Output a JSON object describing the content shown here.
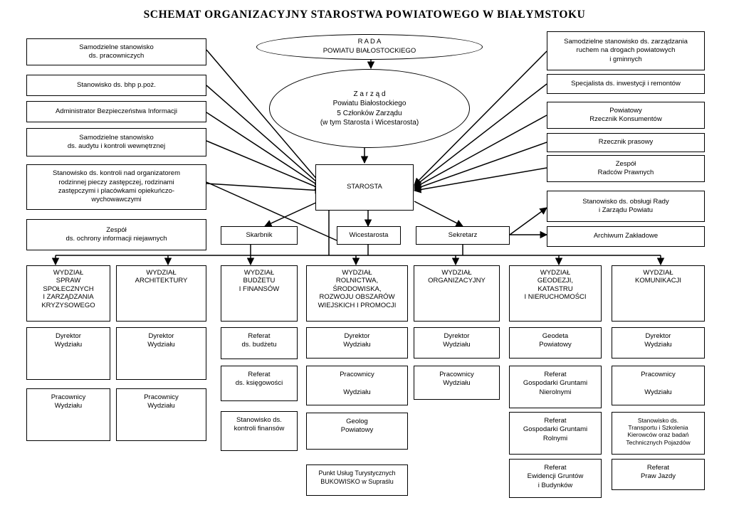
{
  "title": "SCHEMAT ORGANIZACYJNY STAROSTWA POWIATOWEGO W BIAŁYMSTOKU",
  "rada": "R A D A\nPOWIATU BIAŁOSTOCKIEGO",
  "zarzad": "Z a r z ą d\nPowiatu Białostockiego\n5 Członków Zarządu\n(w tym Starosta i Wicestarosta)",
  "starosta": "STAROSTA",
  "left_units": [
    "Samodzielne stanowisko\nds. pracowniczych",
    "Stanowisko ds. bhp p.poż.",
    "Administrator Bezpieczeństwa Informacji",
    "Samodzielne stanowisko\nds. audytu i kontroli wewnętrznej",
    "Stanowisko ds. kontroli nad organizatorem\nrodzinnej pieczy zastępczej, rodzinami\nzastępczymi i placówkami opiekuńczo-\nwychowawczymi",
    "Zespół\nds. ochrony informacji niejawnych"
  ],
  "right_units": [
    "Samodzielne stanowisko ds. zarządzania\nruchem na drogach powiatowych\ni gminnych",
    "Specjalista ds. inwestycji i remontów",
    "Powiatowy\nRzecznik Konsumentów",
    "Rzecznik prasowy",
    "Zespół\nRadców Prawnych"
  ],
  "secretary_units": [
    "Stanowisko ds. obsługi Rady\ni Zarządu Powiatu",
    "Archiwum Zakładowe"
  ],
  "deputies": [
    "Skarbnik",
    "Wicestarosta",
    "Sekretarz"
  ],
  "departments": [
    {
      "name": "WYDZIAŁ\nSPRAW\nSPOŁECZNYCH\nI ZARZĄDZANIA\nKRYZYSOWEGO",
      "subs": [
        "Dyrektor\nWydziału",
        "Pracownicy\nWydziału"
      ]
    },
    {
      "name": "WYDZIAŁ\nARCHITEKTURY",
      "subs": [
        "Dyrektor\nWydziału",
        "Pracownicy\nWydziału"
      ]
    },
    {
      "name": "WYDZIAŁ\nBUDŻETU\nI FINANSÓW",
      "subs": [
        "Referat\nds. budżetu",
        "Referat\nds. księgowości",
        "Stanowisko ds.\nkontroli finansów"
      ]
    },
    {
      "name": "WYDZIAŁ\nROLNICTWA,\nŚRODOWISKA,\nROZWOJU OBSZARÓW\nWIEJSKICH I PROMOCJI",
      "subs": [
        "Dyrektor\nWydziału",
        "Pracownicy\n\nWydziału",
        "Geolog\nPowiatowy",
        "Punkt Usług Turystycznych\nBUKOWISKO w Supraślu"
      ]
    },
    {
      "name": "WYDZIAŁ\nORGANIZACYJNY",
      "subs": [
        "Dyrektor\nWydziału",
        "Pracownicy\nWydziału"
      ]
    },
    {
      "name": "WYDZIAŁ\nGEODEZJI,\nKATASTRU\nI NIERUCHOMOŚCI",
      "subs": [
        "Geodeta\nPowiatowy",
        "Referat\nGospodarki Gruntami\nNierolnymi",
        "Referat\nGospodarki Gruntami\nRolnymi",
        "Referat\nEwidencji Gruntów\ni Budynków"
      ]
    },
    {
      "name": "WYDZIAŁ\nKOMUNIKACJI",
      "subs": [
        "Dyrektor\nWydziału",
        "Pracownicy\n\nWydziału",
        "Stanowisko ds.\nTransportu i Szkolenia\nKierowców oraz badań\nTechnicznych Pojazdów",
        "Referat\nPraw Jazdy"
      ]
    }
  ]
}
